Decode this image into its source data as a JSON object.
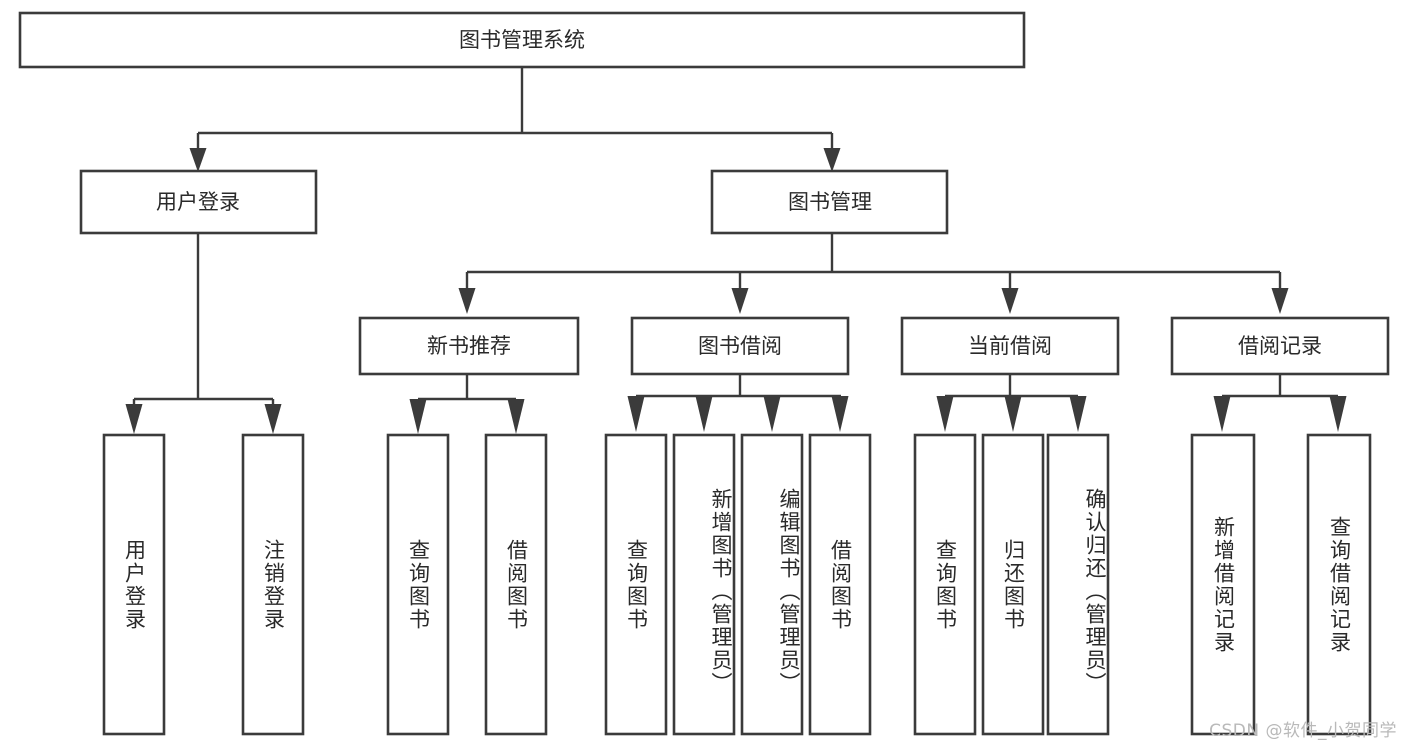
{
  "diagram": {
    "type": "tree-hierarchy",
    "title": "图书管理系统",
    "watermark": "CSDN @软件_小贺同学",
    "colors": {
      "stroke": "#3b3b3b",
      "fill": "#ffffff",
      "text": "#2a2a2a",
      "watermark": "#b9b9b9"
    },
    "root": {
      "label": "图书管理系统"
    },
    "level2": [
      {
        "label": "用户登录"
      },
      {
        "label": "图书管理"
      }
    ],
    "level3": [
      {
        "label": "新书推荐"
      },
      {
        "label": "图书借阅"
      },
      {
        "label": "当前借阅"
      },
      {
        "label": "借阅记录"
      }
    ],
    "leaves": {
      "user_login": [
        {
          "label": "用户登录"
        },
        {
          "label": "注销登录"
        }
      ],
      "new_book_recommend": [
        {
          "label": "查询图书"
        },
        {
          "label": "借阅图书"
        }
      ],
      "book_borrow": [
        {
          "label": "查询图书"
        },
        {
          "label": "新增图书（管理员）"
        },
        {
          "label": "编辑图书（管理员）"
        },
        {
          "label": "借阅图书"
        }
      ],
      "current_borrow": [
        {
          "label": "查询图书"
        },
        {
          "label": "归还图书"
        },
        {
          "label": "确认归还（管理员）"
        }
      ],
      "borrow_record": [
        {
          "label": "新增借阅记录"
        },
        {
          "label": "查询借阅记录"
        }
      ]
    }
  }
}
